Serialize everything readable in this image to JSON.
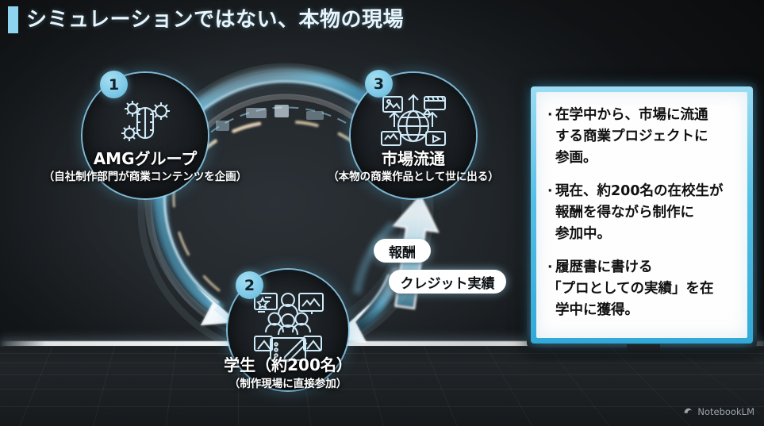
{
  "slide": {
    "title": "シミュレーションではない、本物の現場",
    "accent_color": "#8ed3ef",
    "background_color": "#14171a"
  },
  "diagram": {
    "nodes": [
      {
        "number": "1",
        "title": "AMGグループ",
        "subtitle": "（自社制作部門が商業コンテンツを企画）",
        "icon": "gears-brain-icon"
      },
      {
        "number": "2",
        "title": "学生（約200名）",
        "subtitle": "（制作現場に直接参加）",
        "icon": "team-creative-icon"
      },
      {
        "number": "3",
        "title": "市場流通",
        "subtitle": "（本物の商業作品として世に出る）",
        "icon": "globe-media-icon"
      }
    ],
    "flow_tags": [
      {
        "label": "報酬"
      },
      {
        "label": "クレジット実績"
      }
    ]
  },
  "panel": {
    "border_color": "#53bfe6",
    "bullets": [
      {
        "lines": [
          "在学中から、市場に流通",
          "する商業プロジェクトに",
          "参画。"
        ],
        "hanging": [
          false,
          false,
          false
        ]
      },
      {
        "lines": [
          "現在、約200名の在校生が",
          "報酬を得ながら制作に",
          "参加中。"
        ],
        "hanging": [
          false,
          false,
          false
        ]
      },
      {
        "lines": [
          "履歴書に書ける",
          "「プロとしての実績」を在",
          "学中に獲得。"
        ],
        "hanging": [
          false,
          true,
          false
        ]
      }
    ]
  },
  "watermark": {
    "label": "NotebookLM",
    "icon": "notebooklm-icon"
  }
}
